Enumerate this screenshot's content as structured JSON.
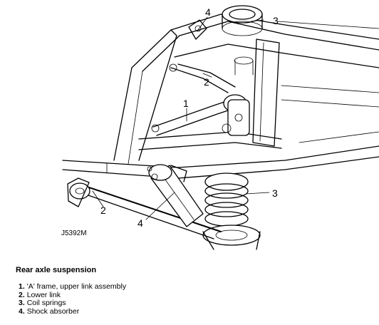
{
  "figure": {
    "reference_code": "J5392M",
    "callouts": [
      "1",
      "2",
      "3",
      "4"
    ]
  },
  "caption": "Rear axle suspension",
  "legend": [
    {
      "number": "1.",
      "label": "'A' frame, upper link assembly"
    },
    {
      "number": "2.",
      "label": "Lower link"
    },
    {
      "number": "3.",
      "label": "Coil springs"
    },
    {
      "number": "4.",
      "label": "Shock absorber"
    }
  ]
}
